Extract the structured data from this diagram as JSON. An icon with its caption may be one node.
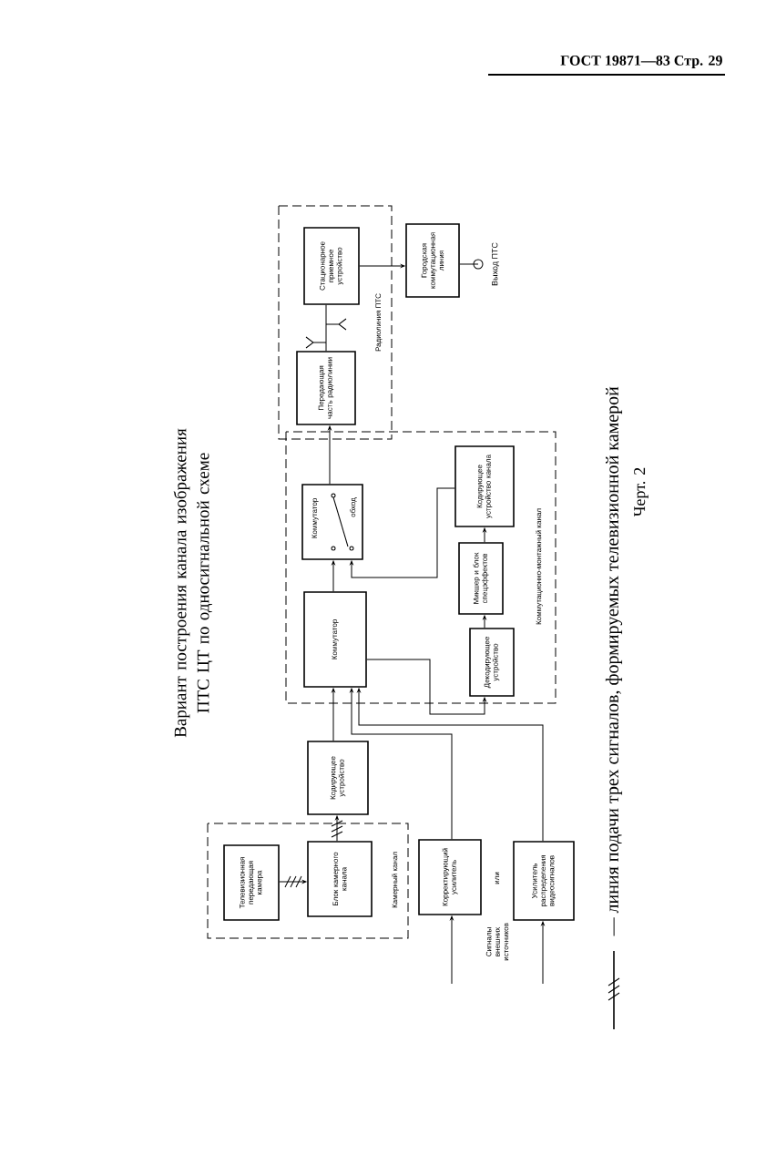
{
  "diagram": {
    "title": "Вариант построения канала изображения ПТС ЦТ по односигнальной схеме",
    "caption": "Черт. 2",
    "nodes": [
      {
        "text": [
          "Камерный канал"
        ]
      },
      {
        "text": [
          "Телевизионная передающая камера"
        ],
        "in": 0
      },
      {
        "text": [
          "Блок камерного канала"
        ],
        "in": 0
      },
      {
        "text": [
          "Кодирующее устройство"
        ]
      },
      {
        "text": [
          "Корректирующий усилитель"
        ]
      },
      {
        "text": [
          "Усилитель распределения видеосигналов"
        ]
      },
      {
        "text": [
          "Коммутационно-монтажный канал"
        ]
      },
      {
        "text": [
          "Коммутатор"
        ],
        "in": 6
      },
      {
        "text": [
          "Коммутатор",
          "обход"
        ],
        "in": 6
      },
      {
        "text": [
          "Декодирующее устройство"
        ],
        "in": 6
      },
      {
        "text": [
          "Микшер и блок спецэффектов"
        ],
        "in": 6
      },
      {
        "text": [
          "Кодирующее устройство канала"
        ],
        "in": 6
      },
      {
        "text": [
          "Радиолиния ПТС"
        ]
      },
      {
        "text": [
          "Передающая часть радиолинии"
        ],
        "in": 12
      },
      {
        "text": [
          "Стационарное приемное устройство"
        ],
        "in": 12
      },
      {
        "text": [
          "Городская коммутационная линия"
        ]
      },
      {
        "text": [],
        "shape": "circle",
        "beside": [
          "Выход ПТС"
        ]
      }
    ],
    "edges": [
      {
        "from": 1,
        "to": 2,
        "arrow": "to"
      },
      {
        "from": 2,
        "to": 3,
        "arrow": "to"
      },
      {
        "from": 3,
        "to": 7,
        "arrow": "to"
      },
      {
        "from": 4,
        "to": 7,
        "arrow": "to"
      },
      {
        "from": 5,
        "to": 7,
        "arrow": "to"
      },
      {
        "from": 7,
        "to": 8,
        "arrow": "to"
      },
      {
        "from": 7,
        "to": 9,
        "arrow": "to"
      },
      {
        "from": 9,
        "to": 10,
        "arrow": "to"
      },
      {
        "from": 10,
        "to": 11,
        "arrow": "to"
      },
      {
        "from": 11,
        "to": 8,
        "arrow": "to"
      },
      {
        "from": 8,
        "to": 13,
        "arrow": "to"
      },
      {
        "from": 13,
        "to": 14,
        "arrow": "none"
      },
      {
        "from": 14,
        "to": 15,
        "arrow": "to"
      },
      {
        "from": 15,
        "to": 16,
        "arrow": "none"
      },
      {
        "from": null,
        "to": 4,
        "arrow": "to"
      },
      {
        "from": null,
        "to": 5,
        "arrow": "to"
      }
    ],
    "labels": [
      "ГОСТ 19871—83 Стр. 29",
      "или",
      "Сигналы внешних источников"
    ],
    "legend": [
      {
        "text": "— линия подачи трех сигналов, формируемых телевизионной камерой"
      }
    ]
  }
}
